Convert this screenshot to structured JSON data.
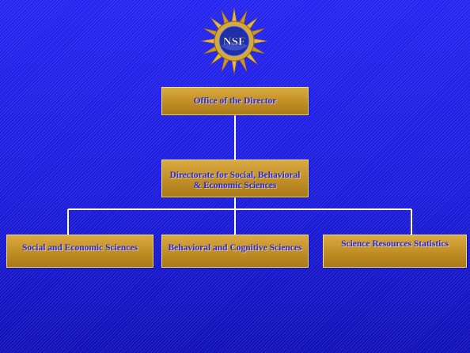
{
  "logo": {
    "text": "NSF"
  },
  "org_chart": {
    "root": {
      "label": "Office of the Director"
    },
    "directorate": {
      "label": "Directorate for Social, Behavioral & Economic Sciences"
    },
    "divisions": [
      {
        "label": "Social and Economic Sciences"
      },
      {
        "label": "Behavioral and Cognitive Sciences"
      },
      {
        "label": "Science Resources Statistics"
      }
    ]
  },
  "colors": {
    "background": "#1c1cdc",
    "box_fill": "#c08e25",
    "box_text": "#2a2adc",
    "connector": "#ffffff"
  }
}
